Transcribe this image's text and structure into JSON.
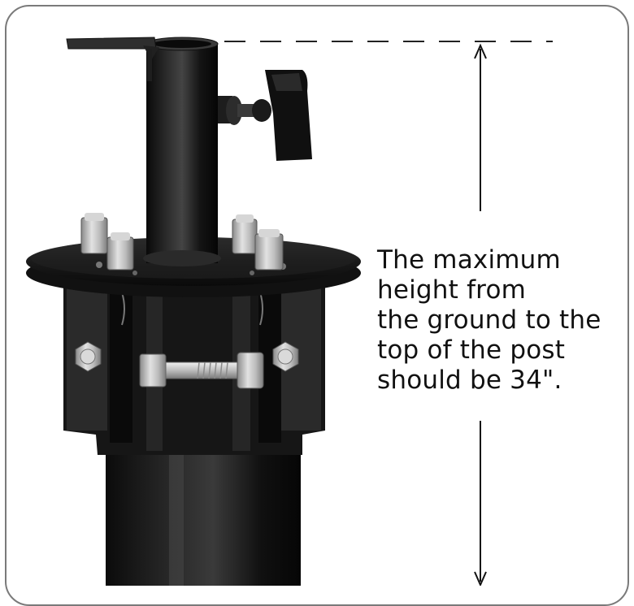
{
  "caption": {
    "text": "The maximum\nheight from\nthe ground to the\ntop of the post\nshould be 34\"."
  },
  "icons": {
    "measurement_arrow": "double-headed-vertical-arrow",
    "reference_line": "dashed-horizontal-line"
  },
  "colors": {
    "frame_border": "#7a7a7a",
    "post": "#141414",
    "metal_highlight": "#cfcfcf",
    "text": "#111111"
  }
}
